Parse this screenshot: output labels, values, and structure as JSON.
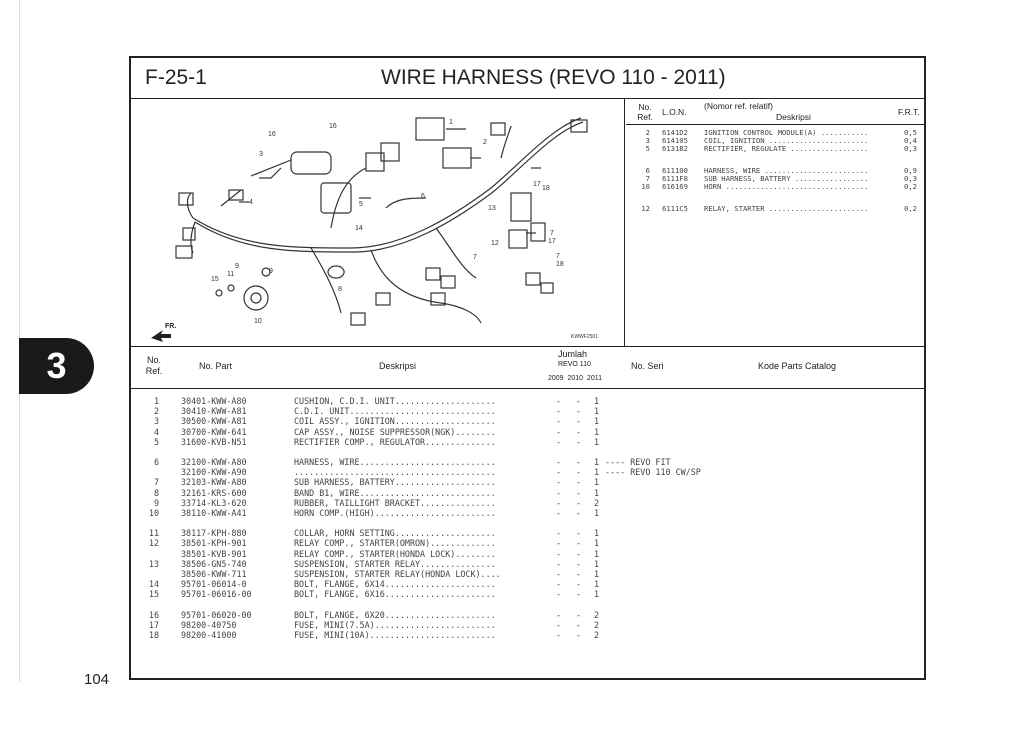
{
  "page_number": "104",
  "chapter_tab": "3",
  "figure": {
    "code": "F-25-1",
    "title": "WIRE HARNESS (REVO 110 - 2011)"
  },
  "diagram": {
    "callouts": [
      "1",
      "2",
      "3",
      "4",
      "5",
      "6",
      "7",
      "8",
      "9",
      "10",
      "11",
      "12",
      "13",
      "14",
      "15",
      "16",
      "17",
      "18"
    ],
    "image_code": "KWWF2501",
    "front_label": "FR."
  },
  "ref_table": {
    "headers": {
      "no_ref": "No. Ref.",
      "lon": "L.O.N.",
      "nomor_ref": "(Nomor ref. relatif)",
      "deskripsi": "Deskripsi",
      "frt": "F.R.T."
    },
    "rows": [
      {
        "ref": "2",
        "lon": "6141D2",
        "desc": "IGNITION CONTROL MODULE(A) ...........",
        "frt": "0,5"
      },
      {
        "ref": "3",
        "lon": "614105",
        "desc": "COIL, IGNITION .......................",
        "frt": "0,4"
      },
      {
        "ref": "5",
        "lon": "6131B2",
        "desc": "RECTIFIER, REGULATE ..................",
        "frt": "0,3"
      },
      {
        "ref": "6",
        "lon": "611100",
        "desc": "HARNESS, WIRE ........................",
        "frt": "0,9"
      },
      {
        "ref": "7",
        "lon": "6111F8",
        "desc": "SUB HARNESS, BATTERY .................",
        "frt": "0,3"
      },
      {
        "ref": "10",
        "lon": "616169",
        "desc": "HORN .................................",
        "frt": "0,2"
      },
      {
        "ref": "12",
        "lon": "6111C5",
        "desc": "RELAY, STARTER .......................",
        "frt": "0,2"
      }
    ]
  },
  "parts_table": {
    "headers": {
      "no_ref": "No. Ref.",
      "no_part": "No. Part",
      "deskripsi": "Deskripsi",
      "jumlah": "Jumlah",
      "model": "REVO 110",
      "years": "2009  2010  2011",
      "no_seri": "No. Seri",
      "kode": "Kode Parts Catalog"
    },
    "rows": [
      {
        "ref": "1",
        "part": "30401-KWW-A80",
        "desc": "CUSHION, C.D.I. UNIT....................",
        "q1": "-",
        "q2": "-",
        "q3": "1",
        "note": ""
      },
      {
        "ref": "2",
        "part": "30410-KWW-A81",
        "desc": "C.D.I. UNIT.............................",
        "q1": "-",
        "q2": "-",
        "q3": "1",
        "note": ""
      },
      {
        "ref": "3",
        "part": "30500-KWW-A81",
        "desc": "COIL ASSY., IGNITION....................",
        "q1": "-",
        "q2": "-",
        "q3": "1",
        "note": ""
      },
      {
        "ref": "4",
        "part": "30700-KWW-641",
        "desc": "CAP ASSY., NOISE SUPPRESSOR(NGK)........",
        "q1": "-",
        "q2": "-",
        "q3": "1",
        "note": ""
      },
      {
        "ref": "5",
        "part": "31600-KVB-N51",
        "desc": "RECTIFIER COMP., REGULATOR..............",
        "q1": "-",
        "q2": "-",
        "q3": "1",
        "note": ""
      },
      {
        "ref": "6",
        "part": "32100-KWW-A80",
        "desc": "HARNESS, WIRE...........................",
        "q1": "-",
        "q2": "-",
        "q3": "1",
        "note": "---- REVO FIT"
      },
      {
        "ref": "",
        "part": "32100-KWW-A90",
        "desc": "........................................",
        "q1": "-",
        "q2": "-",
        "q3": "1",
        "note": "---- REVO 110 CW/SP"
      },
      {
        "ref": "7",
        "part": "32103-KWW-A80",
        "desc": "SUB HARNESS, BATTERY....................",
        "q1": "-",
        "q2": "-",
        "q3": "1",
        "note": ""
      },
      {
        "ref": "8",
        "part": "32161-KRS-600",
        "desc": "BAND B1, WIRE...........................",
        "q1": "-",
        "q2": "-",
        "q3": "1",
        "note": ""
      },
      {
        "ref": "9",
        "part": "33714-KL3-620",
        "desc": "RUBBER, TAILLIGHT BRACKET...............",
        "q1": "-",
        "q2": "-",
        "q3": "2",
        "note": ""
      },
      {
        "ref": "10",
        "part": "38110-KWW-A41",
        "desc": "HORN COMP.(HIGH)........................",
        "q1": "-",
        "q2": "-",
        "q3": "1",
        "note": ""
      },
      {
        "ref": "11",
        "part": "38117-KPH-880",
        "desc": "COLLAR, HORN SETTING....................",
        "q1": "-",
        "q2": "-",
        "q3": "1",
        "note": ""
      },
      {
        "ref": "12",
        "part": "38501-KPH-901",
        "desc": "RELAY COMP., STARTER(OMRON).............",
        "q1": "-",
        "q2": "-",
        "q3": "1",
        "note": ""
      },
      {
        "ref": "",
        "part": "38501-KVB-901",
        "desc": "RELAY COMP., STARTER(HONDA LOCK)........",
        "q1": "-",
        "q2": "-",
        "q3": "1",
        "note": ""
      },
      {
        "ref": "13",
        "part": "38506-GN5-740",
        "desc": "SUSPENSION, STARTER RELAY...............",
        "q1": "-",
        "q2": "-",
        "q3": "1",
        "note": ""
      },
      {
        "ref": "",
        "part": "38506-KWW-711",
        "desc": "SUSPENSION, STARTER RELAY(HONDA LOCK)....",
        "q1": "-",
        "q2": "-",
        "q3": "1",
        "note": ""
      },
      {
        "ref": "14",
        "part": "95701-06014-0",
        "desc": "BOLT, FLANGE, 6X14......................",
        "q1": "-",
        "q2": "-",
        "q3": "1",
        "note": ""
      },
      {
        "ref": "15",
        "part": "95701-06016-00",
        "desc": "BOLT, FLANGE, 6X16......................",
        "q1": "-",
        "q2": "-",
        "q3": "1",
        "note": ""
      },
      {
        "ref": "16",
        "part": "95701-06020-00",
        "desc": "BOLT, FLANGE, 6X20......................",
        "q1": "-",
        "q2": "-",
        "q3": "2",
        "note": ""
      },
      {
        "ref": "17",
        "part": "98200-40750",
        "desc": "FUSE, MINI(7.5A)........................",
        "q1": "-",
        "q2": "-",
        "q3": "2",
        "note": ""
      },
      {
        "ref": "18",
        "part": "98200-41000",
        "desc": "FUSE, MINI(10A).........................",
        "q1": "-",
        "q2": "-",
        "q3": "2",
        "note": ""
      }
    ]
  }
}
